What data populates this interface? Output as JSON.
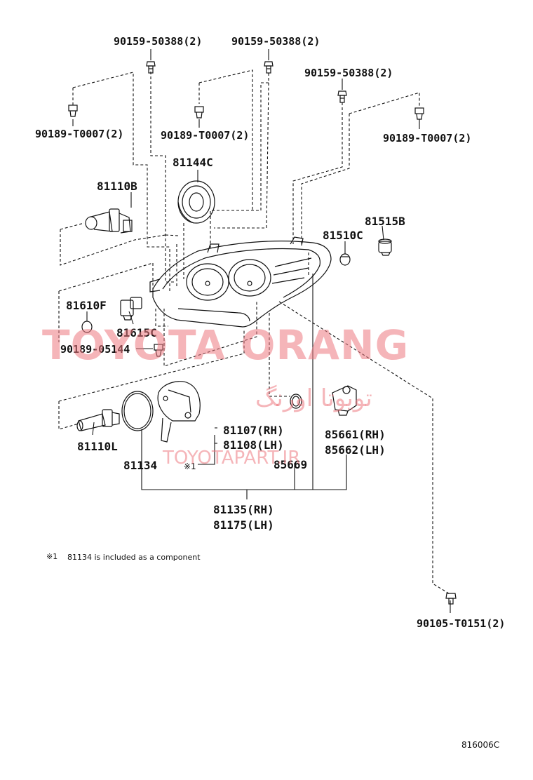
{
  "parts": {
    "p_90159_a": "90159-50388(2)",
    "p_90159_b": "90159-50388(2)",
    "p_90159_c": "90159-50388(2)",
    "p_90189_a": "90189-T0007(2)",
    "p_90189_b": "90189-T0007(2)",
    "p_90189_c": "90189-T0007(2)",
    "p_81144c": "81144C",
    "p_81110b": "81110B",
    "p_81515b": "81515B",
    "p_81510c": "81510C",
    "p_81610f": "81610F",
    "p_81615c": "81615C",
    "p_90189_05144": "90189-05144",
    "p_81107": "81107(RH)",
    "p_81108": "81108(LH)",
    "p_85661": "85661(RH)",
    "p_85662": "85662(LH)",
    "p_81110l": "81110L",
    "p_81134": "81134",
    "p_85669": "85669",
    "p_81135": "81135(RH)",
    "p_81175": "81175(LH)",
    "p_90105": "90105-T0151(2)"
  },
  "markers": {
    "component_mark": "※1"
  },
  "footnote": {
    "mark": "※1",
    "text": "81134 is included as a component"
  },
  "watermark": {
    "main": "TOYOTA ORANG",
    "persian": "تویوتا اورنگ",
    "site": "TOYOTAPART.IR"
  },
  "diagram_code": "816006C",
  "colors": {
    "line": "#111111",
    "watermark": "#ec7880"
  }
}
